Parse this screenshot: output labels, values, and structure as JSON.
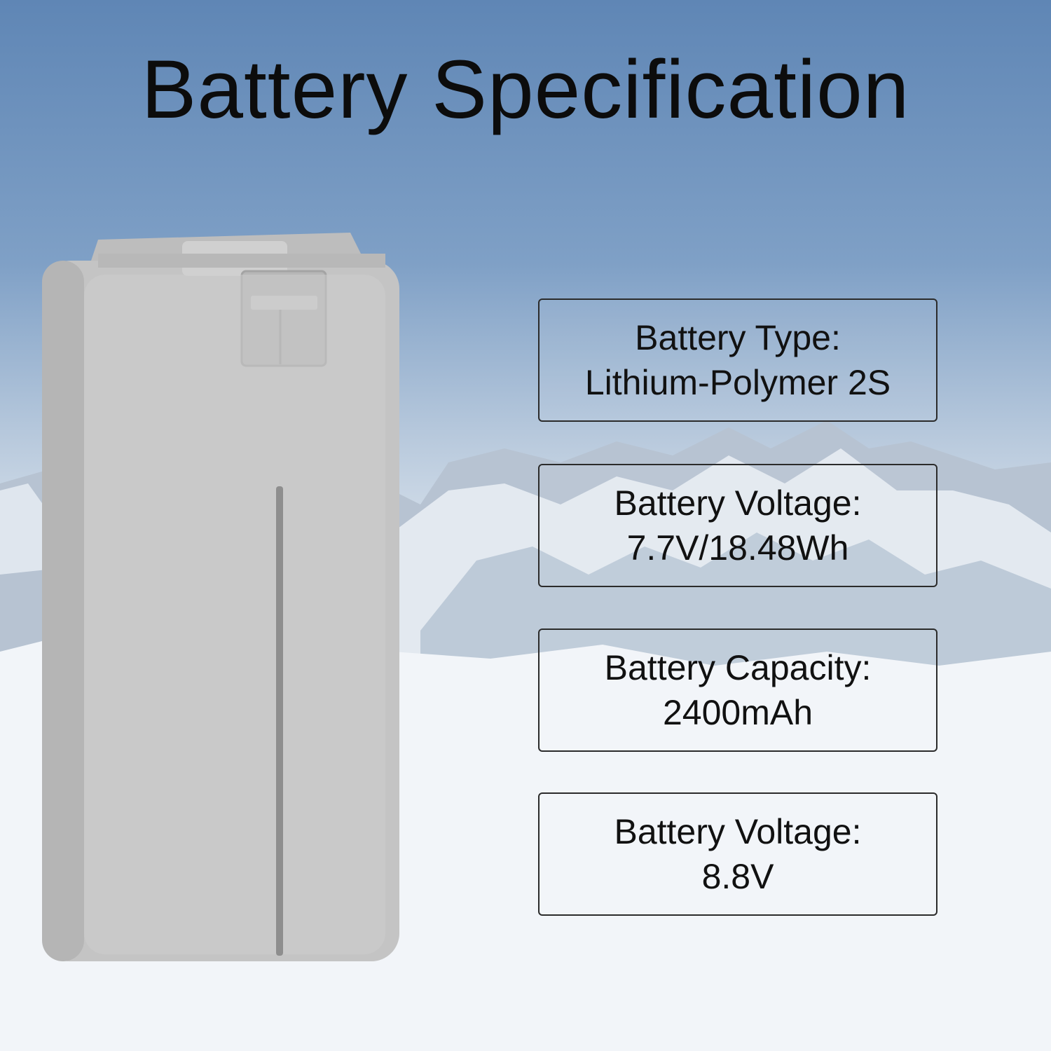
{
  "title": "Battery Specification",
  "specs": [
    {
      "label": "Battery Type:",
      "value": "Lithium-Polymer 2S"
    },
    {
      "label": "Battery Voltage:",
      "value": "7.7V/18.48Wh"
    },
    {
      "label": "Battery Capacity:",
      "value": "2400mAh"
    },
    {
      "label": "Battery Voltage:",
      "value": "8.8V"
    }
  ],
  "colors": {
    "sky": "#6f93bf",
    "snow": "#f1f4f8",
    "battery_body": "#c9c9c9",
    "text": "#111111"
  }
}
